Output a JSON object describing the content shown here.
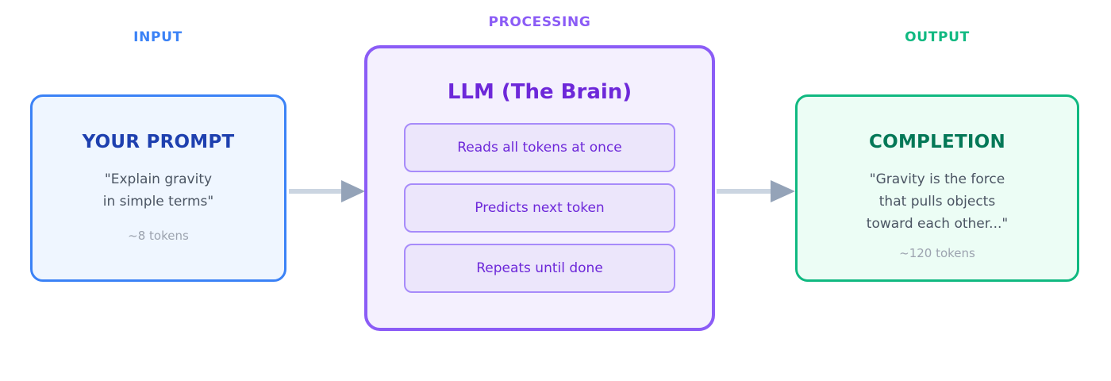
{
  "sections": {
    "input_label": "INPUT",
    "processing_label": "PROCESSING",
    "output_label": "OUTPUT"
  },
  "input_card": {
    "heading": "YOUR PROMPT",
    "quote": "\"Explain gravity\nin simple terms\"",
    "tokens": "~8 tokens"
  },
  "processing_card": {
    "title": "LLM (The Brain)",
    "steps": [
      {
        "label": "Reads all tokens at once"
      },
      {
        "label": "Predicts next token"
      },
      {
        "label": "Repeats until done"
      }
    ]
  },
  "output_card": {
    "heading": "COMPLETION",
    "quote": "\"Gravity is the force\nthat pulls objects\ntoward each other...\"",
    "tokens": "~120 tokens"
  },
  "arrows": [
    {
      "name": "input-to-processing",
      "direction": "right"
    },
    {
      "name": "processing-to-output",
      "direction": "right"
    }
  ],
  "colors": {
    "input_accent": "#3b82f6",
    "input_fill": "#eff6ff",
    "input_heading": "#1e40af",
    "processing_accent": "#8b5cf6",
    "processing_fill": "#f4f0fe",
    "processing_heading": "#6d28d9",
    "step_fill": "#ece6fb",
    "step_border": "#a78bfa",
    "output_accent": "#10b981",
    "output_fill": "#ecfdf5",
    "output_heading": "#047857",
    "quote_text": "#4b5563",
    "token_text": "#9ca3af",
    "arrow_shaft": "#cbd5e1",
    "arrow_head": "#94a3b8"
  }
}
